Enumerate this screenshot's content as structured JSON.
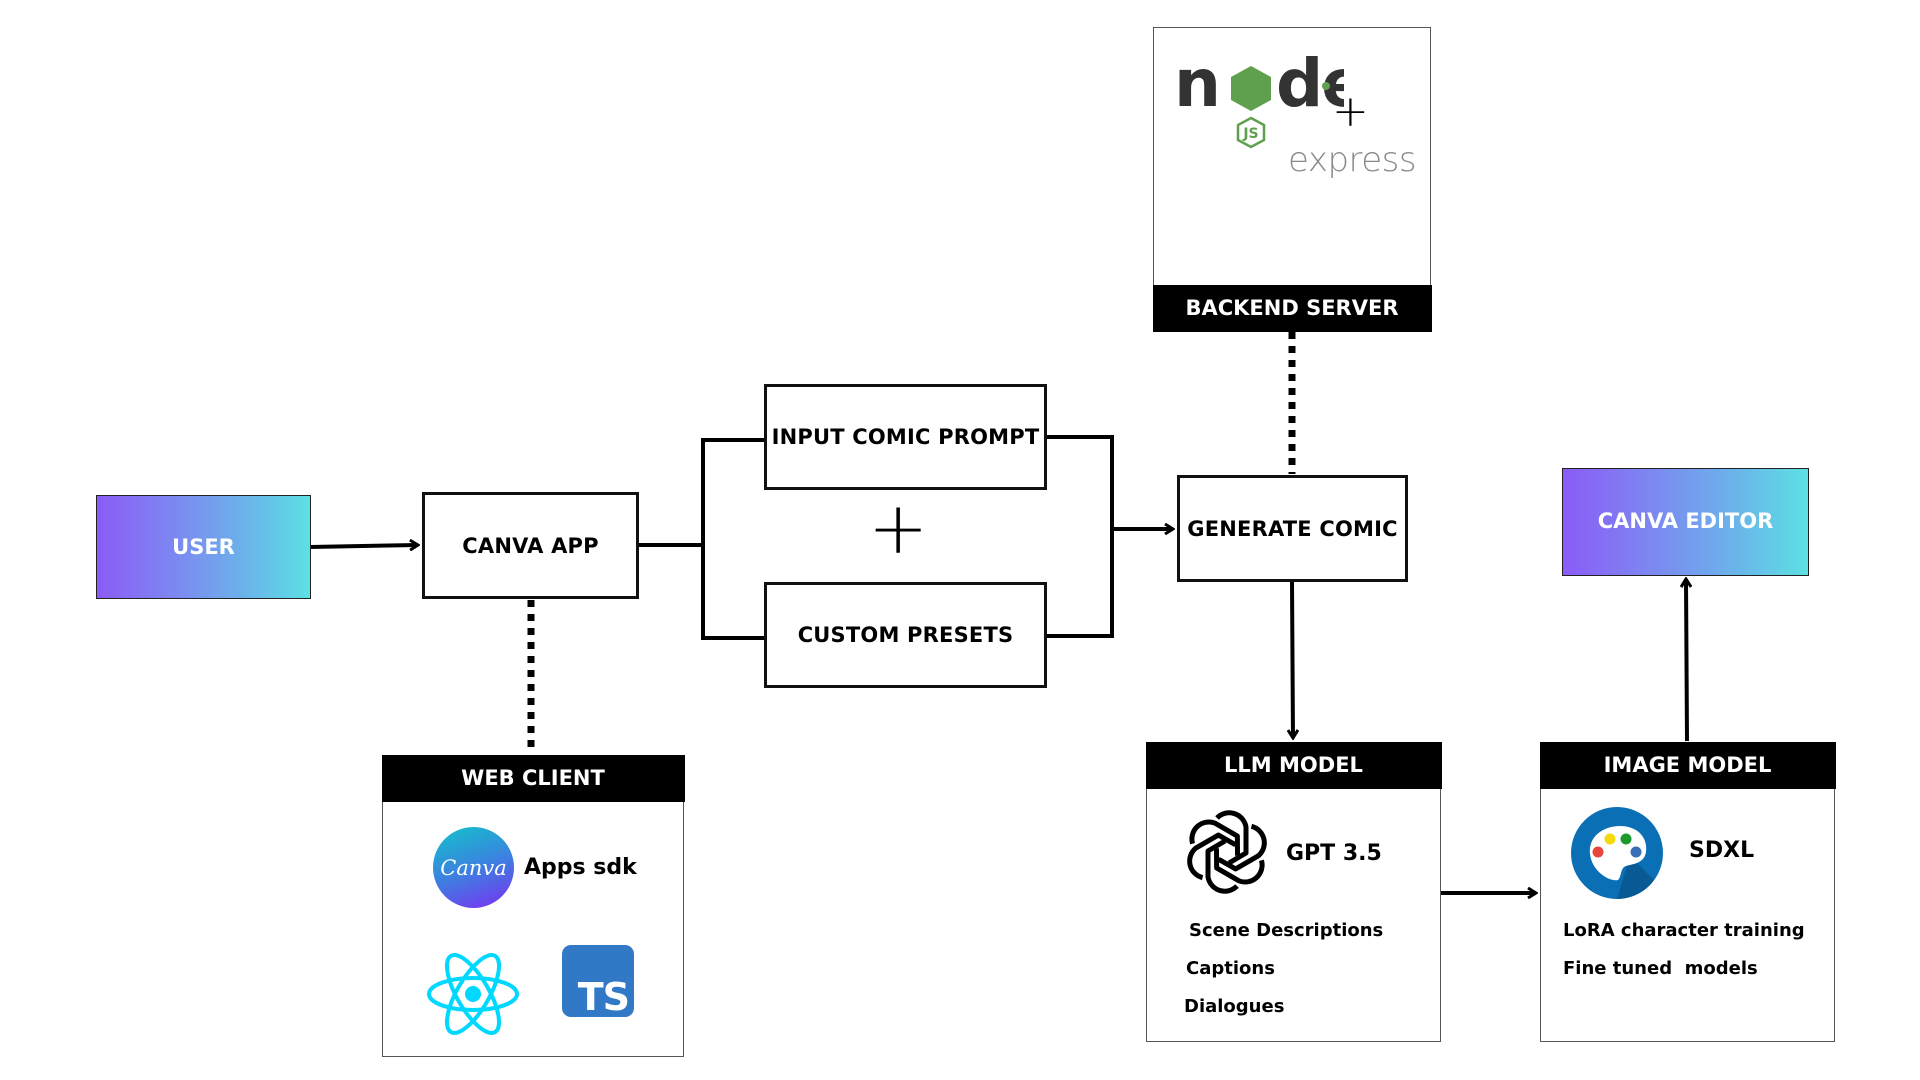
{
  "nodes": {
    "user": "USER",
    "canva_app": "CANVA APP",
    "input_prompt": "INPUT COMIC PROMPT",
    "custom_presets": "CUSTOM PRESETS",
    "generate_comic": "GENERATE COMIC",
    "canva_editor": "CANVA EDITOR"
  },
  "combine_symbol": "+",
  "web_client": {
    "title": "WEB CLIENT",
    "canva_logo_text": "Canva",
    "apps_sdk_label": "Apps sdk",
    "ts_logo_text": "TS"
  },
  "backend": {
    "title": "BACKEND SERVER",
    "node_logo_text": "node",
    "js_badge": "JS",
    "plus": "+",
    "express_text": "express"
  },
  "llm": {
    "title": "LLM MODEL",
    "model_name": "GPT 3.5",
    "items": [
      "Scene Descriptions",
      "Captions",
      "Dialogues"
    ]
  },
  "image_model": {
    "title": "IMAGE MODEL",
    "model_name": "SDXL",
    "items": [
      "LoRA character training",
      "Fine tuned  models"
    ]
  },
  "colors": {
    "gradient_start": "#8b5cf6",
    "gradient_end": "#5ce0e3",
    "node_green": "#5fa04e",
    "react_cyan": "#00d8ff",
    "ts_blue": "#3178c6",
    "palette_blue": "#0a6fb5"
  }
}
